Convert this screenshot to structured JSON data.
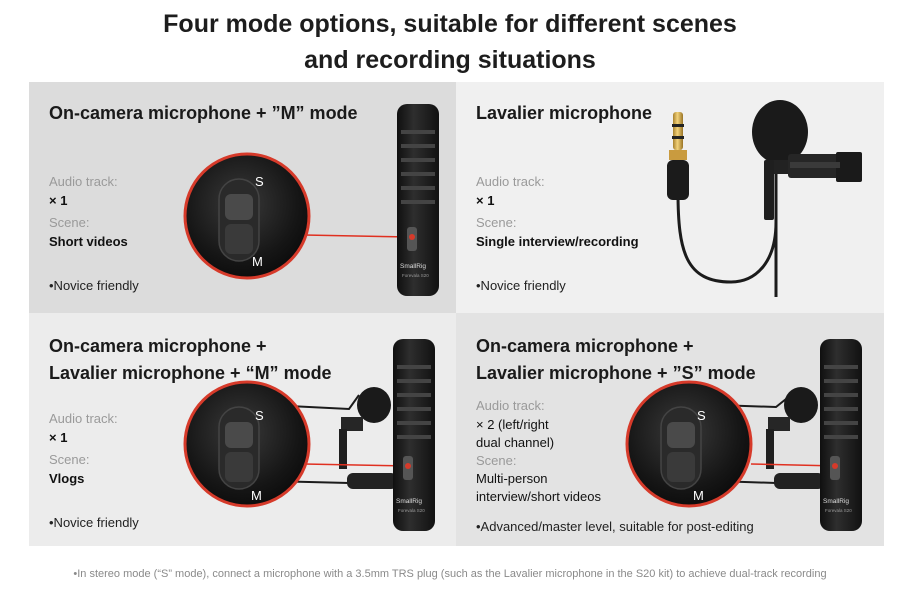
{
  "header": {
    "line1": "Four mode options, suitable for different scenes",
    "line2": "and recording situations"
  },
  "panels": [
    {
      "title_line1": "On-camera microphone + ”M” mode",
      "audio_label": "Audio track:",
      "audio_value": "× 1",
      "scene_label": "Scene:",
      "scene_value": "Short videos",
      "note": "•Novice friendly"
    },
    {
      "title_line1": "Lavalier microphone",
      "audio_label": "Audio track:",
      "audio_value": "× 1",
      "scene_label": "Scene:",
      "scene_value": "Single interview/recording",
      "note": "•Novice friendly"
    },
    {
      "title_line1": "On-camera microphone +",
      "title_line2": "Lavalier microphone + “M” mode",
      "audio_label": "Audio track:",
      "audio_value": "× 1",
      "scene_label": "Scene:",
      "scene_value": "Vlogs",
      "note": "•Novice friendly"
    },
    {
      "title_line1": "On-camera microphone +",
      "title_line2": "Lavalier microphone + ”S” mode",
      "audio_label": "Audio track:",
      "audio_value_l1": "× 2 (left/right",
      "audio_value_l2": "dual channel)",
      "scene_label": "Scene:",
      "scene_value_l1": "Multi-person",
      "scene_value_l2": "interview/short videos",
      "note": "•Advanced/master level, suitable for post-editing"
    }
  ],
  "switch_labels": {
    "s": "S",
    "m": "M"
  },
  "brand": {
    "name": "SmallRig",
    "model": "Forevala S20"
  },
  "footnote": "•In stereo mode (“S” mode), connect a microphone with a 3.5mm TRS plug (such as the Lavalier microphone in the S20 kit) to achieve dual-track recording",
  "colors": {
    "callout_ring": "#d63a2a",
    "leader_line": "#e03020",
    "mic_body": "#1b1b1b"
  }
}
